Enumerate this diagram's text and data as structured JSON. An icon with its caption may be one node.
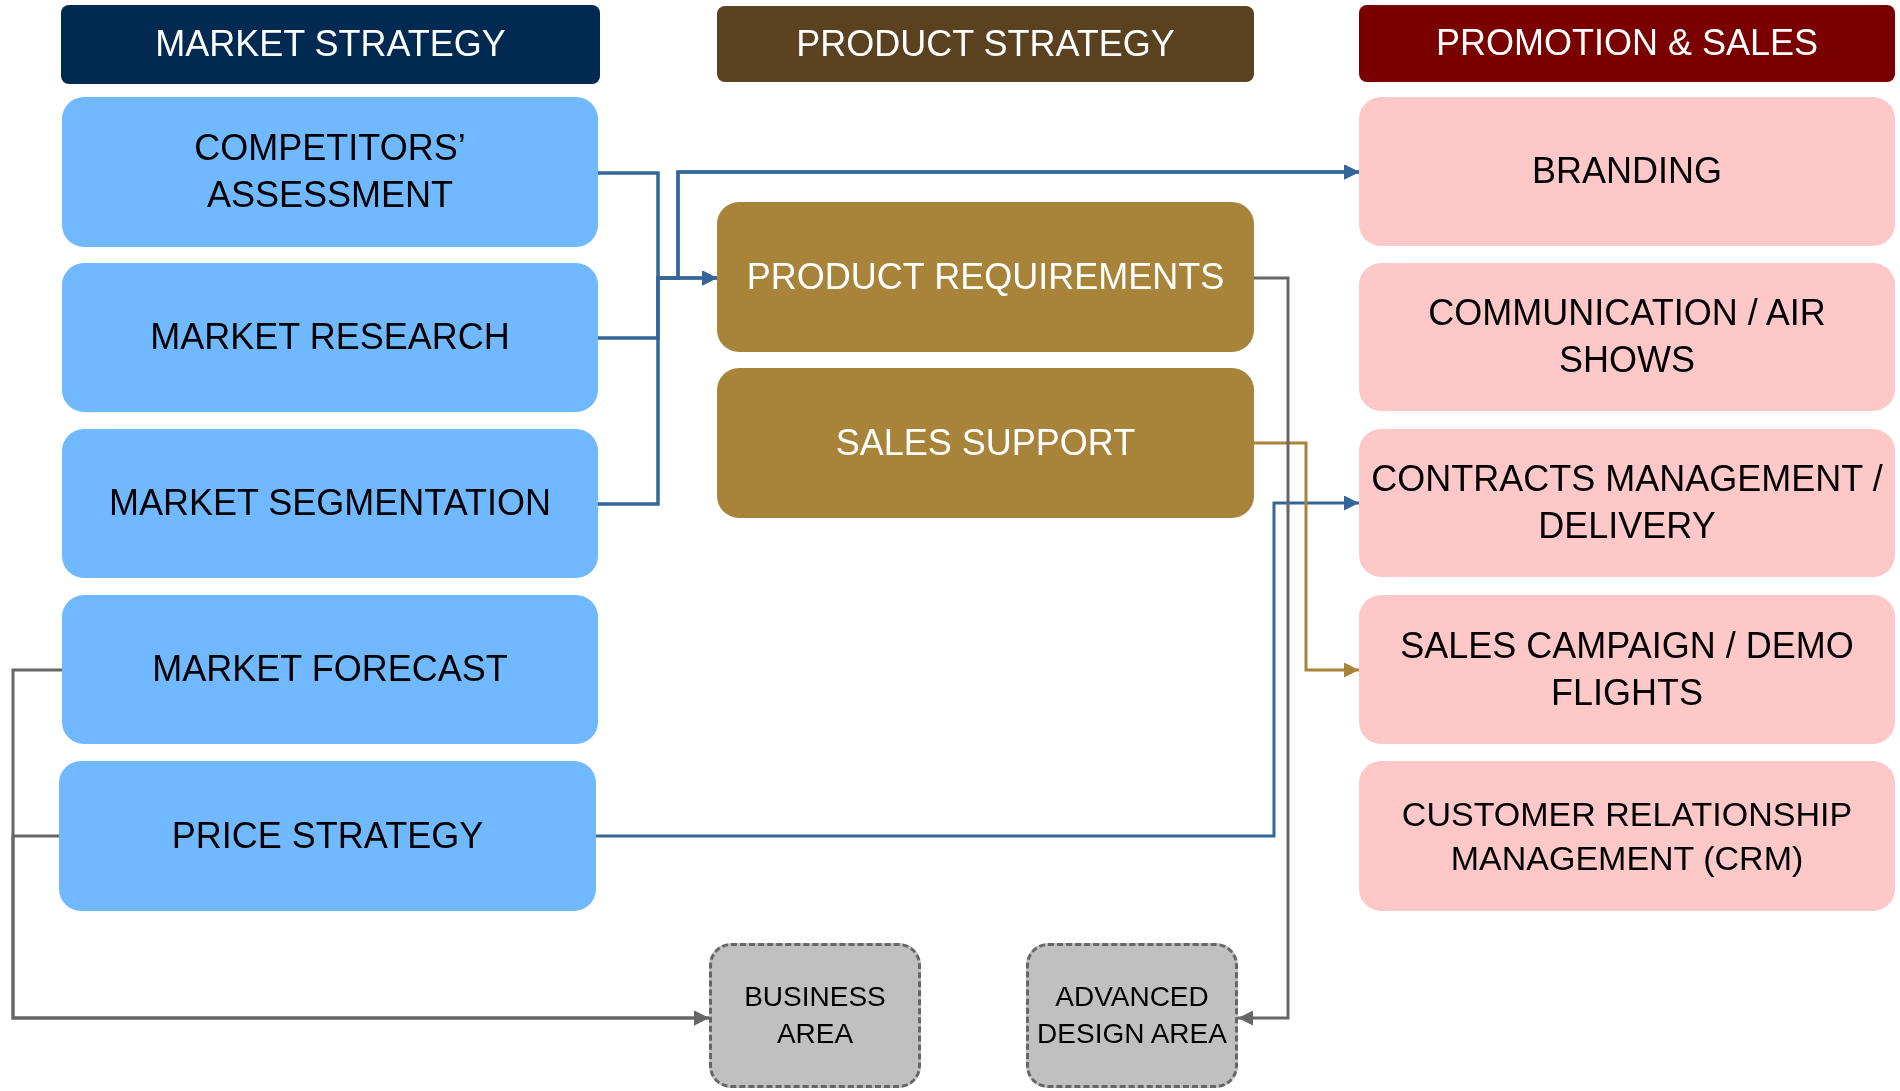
{
  "diagram": {
    "nodes": [
      {
        "text": [
          "MARKET STRATEGY"
        ]
      },
      {
        "text": [
          "PRODUCT STRATEGY"
        ]
      },
      {
        "text": [
          "PROMOTION & SALES"
        ]
      },
      {
        "text": [
          "COMPETITORS’ ASSESSMENT"
        ]
      },
      {
        "text": [
          "MARKET RESEARCH"
        ]
      },
      {
        "text": [
          "MARKET SEGMENTATION"
        ]
      },
      {
        "text": [
          "MARKET FORECAST"
        ]
      },
      {
        "text": [
          "PRICE STRATEGY"
        ]
      },
      {
        "text": [
          "PRODUCT REQUIREMENTS"
        ]
      },
      {
        "text": [
          "SALES SUPPORT"
        ]
      },
      {
        "text": [
          "BRANDING"
        ]
      },
      {
        "text": [
          "COMMUNICATION / AIR SHOWS"
        ]
      },
      {
        "text": [
          "CONTRACTS MANAGEMENT / DELIVERY"
        ]
      },
      {
        "text": [
          "SALES CAMPAIGN / DEMO FLIGHTS"
        ]
      },
      {
        "text": [
          "CUSTOMER RELATIONSHIP MANAGEMENT (CRM)"
        ]
      },
      {
        "text": [
          "BUSINESS AREA"
        ]
      },
      {
        "text": [
          "ADVANCED DESIGN AREA"
        ]
      }
    ],
    "edges": [
      {
        "from": 3,
        "to": 8,
        "arrow": "to"
      },
      {
        "from": 4,
        "to": 8,
        "arrow": "to"
      },
      {
        "from": 5,
        "to": 8,
        "arrow": "to"
      },
      {
        "from": 3,
        "to": 10,
        "arrow": "to"
      },
      {
        "from": 4,
        "to": 10,
        "arrow": "to"
      },
      {
        "from": 5,
        "to": 10,
        "arrow": "to"
      },
      {
        "from": 7,
        "to": 12,
        "arrow": "to"
      },
      {
        "from": 9,
        "to": 13,
        "arrow": "to",
        "color": "#a8843a"
      },
      {
        "from": 8,
        "to": 16,
        "arrow": "to",
        "color": "#666666"
      },
      {
        "from": 6,
        "to": 15,
        "arrow": "to",
        "color": "#666666"
      },
      {
        "from": 7,
        "to": 15,
        "arrow": "to",
        "color": "#666666"
      }
    ]
  }
}
